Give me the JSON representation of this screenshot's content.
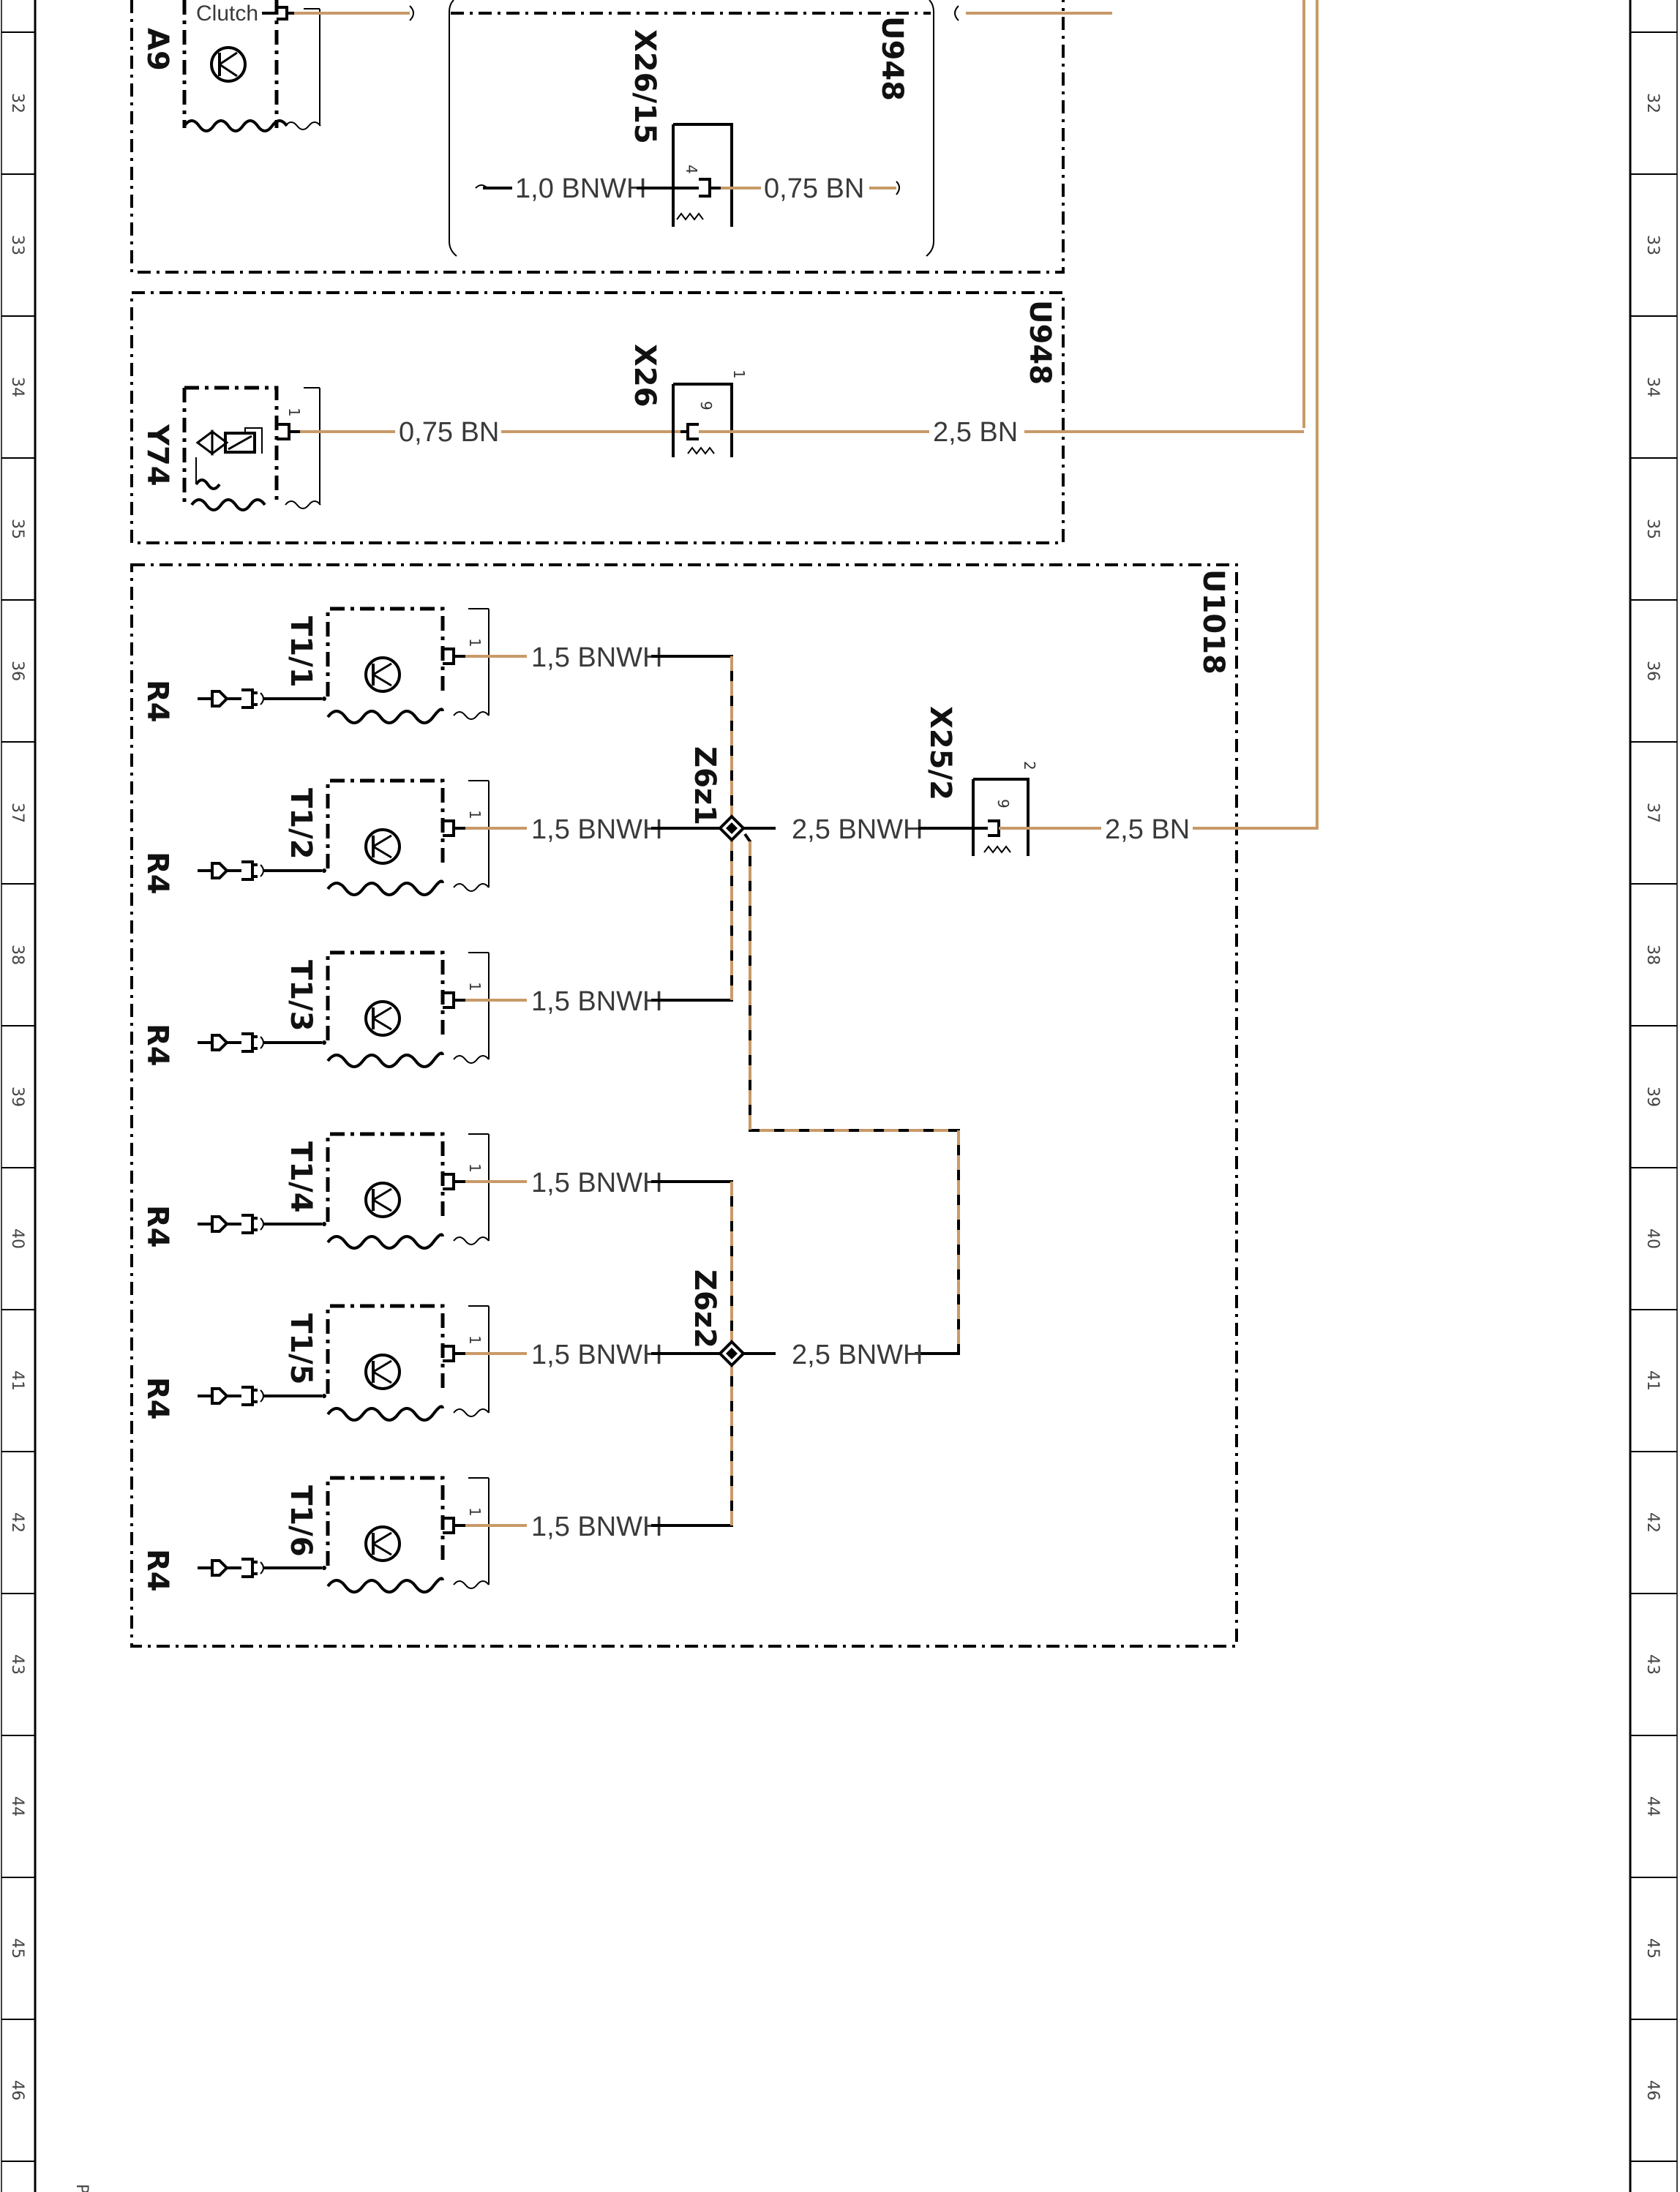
{
  "ruler": {
    "rows": [
      "32",
      "33",
      "34",
      "35",
      "36",
      "37",
      "38",
      "39",
      "40",
      "41",
      "42",
      "43",
      "44",
      "45",
      "46"
    ],
    "footer": "PE"
  },
  "components": {
    "a9": {
      "ref": "A9",
      "pin_label": "Clutch"
    },
    "u948_top": {
      "ref": "U948"
    },
    "u948_mid": {
      "ref": "U948"
    },
    "u1018": {
      "ref": "U1018"
    },
    "x26_15": {
      "ref": "X26/15",
      "pin": "4"
    },
    "x26": {
      "ref": "X26",
      "pin_a": "1",
      "pin_b": "9"
    },
    "y74": {
      "ref": "Y74",
      "pin": "1"
    },
    "x25_2": {
      "ref": "X25/2",
      "pin_a": "2",
      "pin_b": "9"
    },
    "z6z1": {
      "ref": "Z6z1"
    },
    "z6z2": {
      "ref": "Z6z2"
    },
    "sensors": [
      {
        "ref": "T1/1",
        "plug": "R4",
        "pin": "1"
      },
      {
        "ref": "T1/2",
        "plug": "R4",
        "pin": "1"
      },
      {
        "ref": "T1/3",
        "plug": "R4",
        "pin": "1"
      },
      {
        "ref": "T1/4",
        "plug": "R4",
        "pin": "1"
      },
      {
        "ref": "T1/5",
        "plug": "R4",
        "pin": "1"
      },
      {
        "ref": "T1/6",
        "plug": "R4",
        "pin": "1"
      }
    ]
  },
  "wires": {
    "x26_15_left": "1,0 BNWH",
    "x26_15_right": "0,75 BN",
    "y74_to_x26": "0,75 BN",
    "x26_to_bus": "2,5 BN",
    "t1_1": "1,5 BNWH",
    "t1_2": "1,5 BNWH",
    "t1_3": "1,5 BNWH",
    "t1_4": "1,5 BNWH",
    "t1_5": "1,5 BNWH",
    "t1_6": "1,5 BNWH",
    "z6z1_to_x25": "2,5 BNWH",
    "x25_to_bus": "2,5 BN",
    "z6z2_out": "2,5 BNWH"
  },
  "colors": {
    "brown_wire": "#c89a68",
    "frame": "#000000"
  }
}
